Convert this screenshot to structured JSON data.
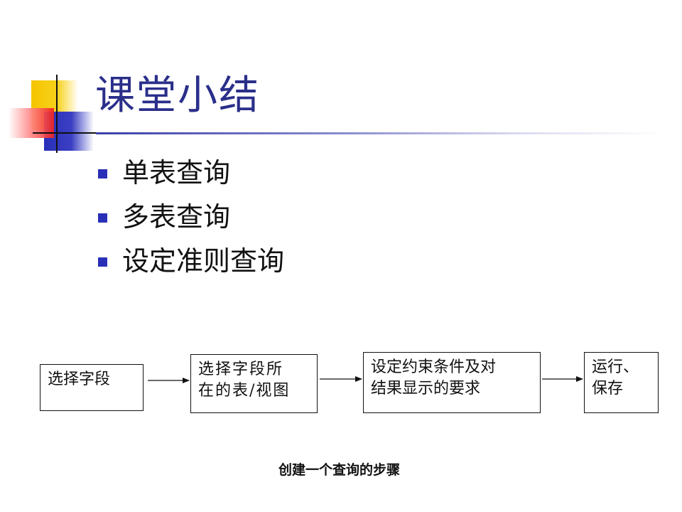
{
  "title": "课堂小结",
  "bullets": [
    "单表查询",
    "多表查询",
    "设定准则查询"
  ],
  "flowchart": {
    "steps": [
      {
        "lines": [
          "选择字段"
        ]
      },
      {
        "lines": [
          "选择字段所",
          "在的表/视图"
        ]
      },
      {
        "lines": [
          "设定约束条件及对",
          "结果显示的要求"
        ]
      },
      {
        "lines": [
          "运行、",
          "保存"
        ]
      }
    ],
    "caption": "创建一个查询的步骤"
  },
  "colors": {
    "title": "#2a2f8a",
    "bullet_marker": "#2a2fb8",
    "deco_yellow": "#f5c400",
    "deco_blue": "#2a2fb8",
    "deco_red": "#f02020"
  }
}
